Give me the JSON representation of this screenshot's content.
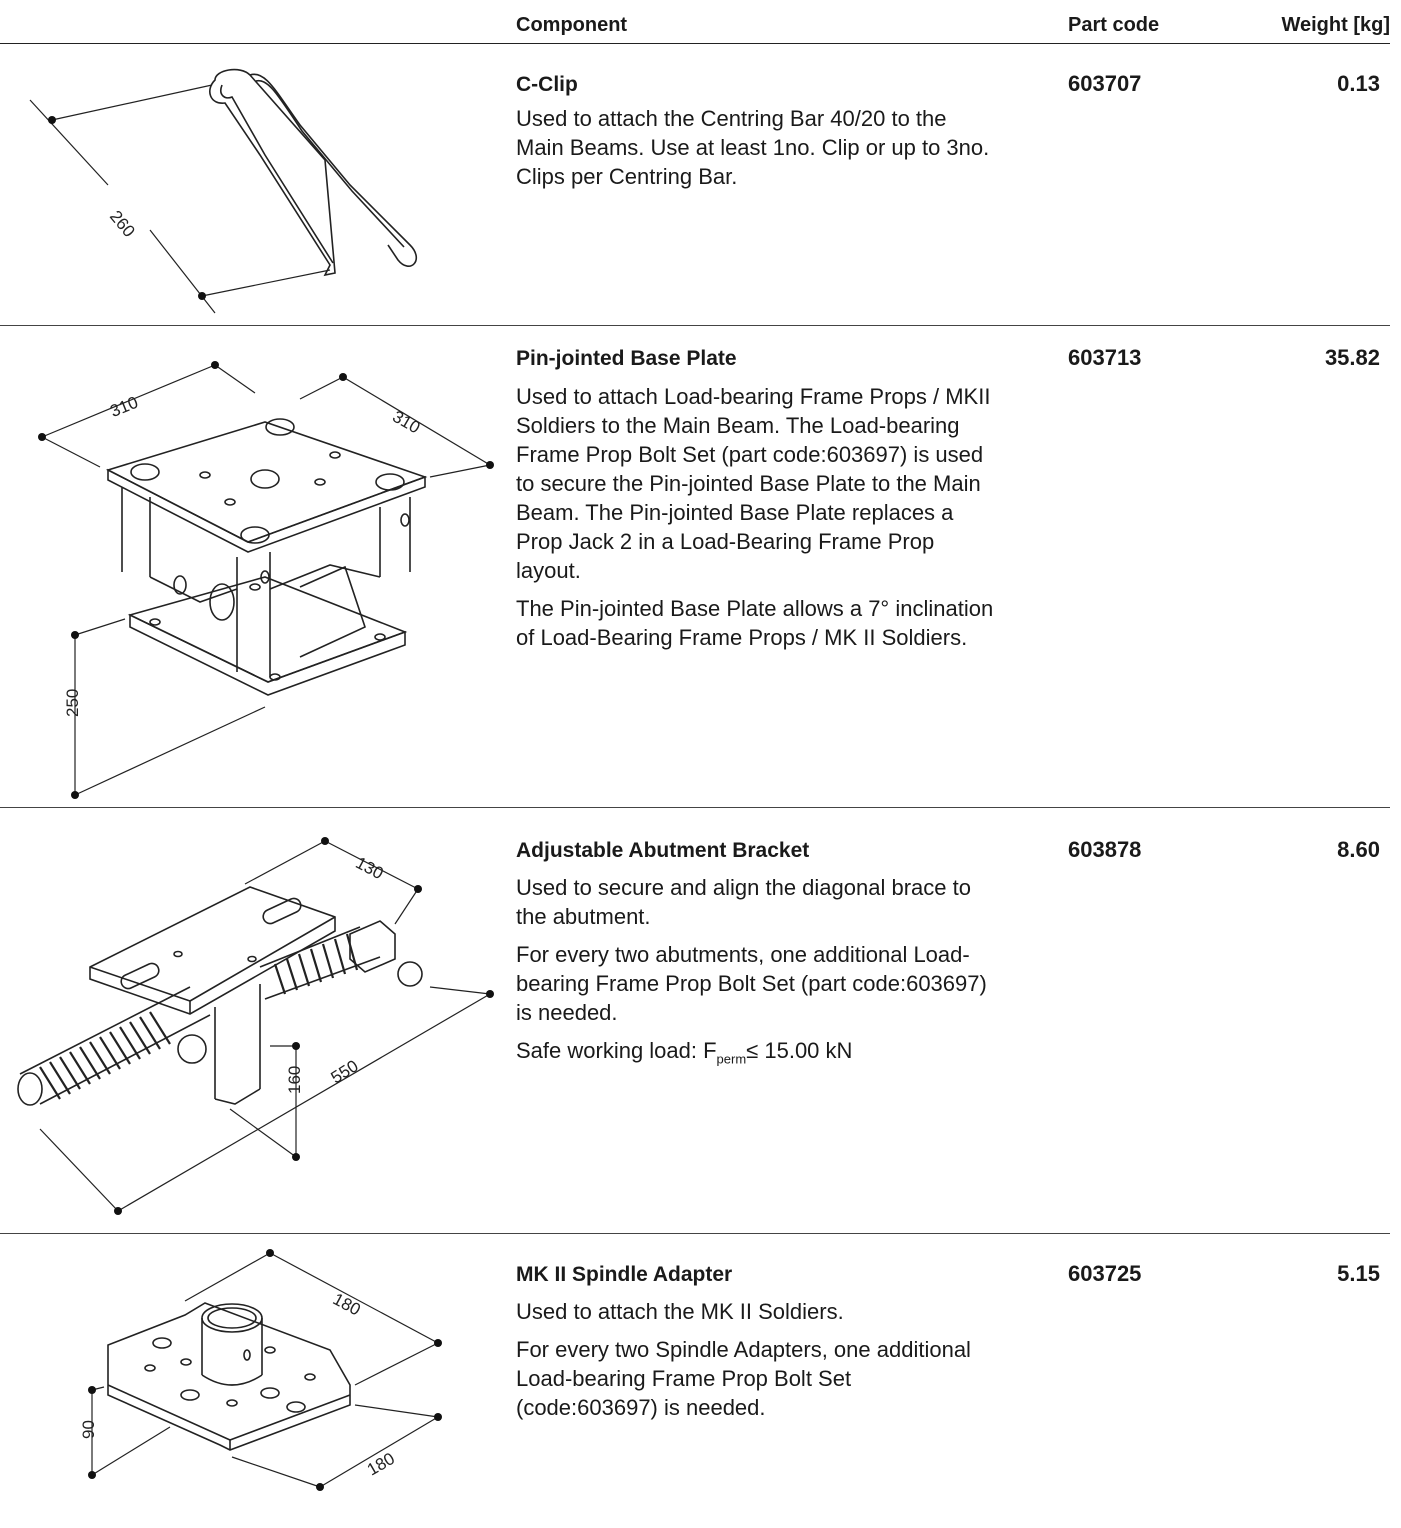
{
  "header": {
    "component": "Component",
    "part_code": "Part code",
    "weight": "Weight [kg]"
  },
  "rows": [
    {
      "title": "C-Clip",
      "part_code": "603707",
      "weight": "0.13",
      "paragraphs": [
        "Used to attach the Centring Bar 40/20 to the Main Beams. Use at least 1no. Clip or up to 3no. Clips per Centring Bar."
      ],
      "dims": [
        "260"
      ]
    },
    {
      "title": "Pin-jointed Base Plate",
      "part_code": "603713",
      "weight": "35.82",
      "paragraphs": [
        "Used to attach Load-bearing Frame Props / MKII Soldiers to the Main Beam. The Load-bearing Frame Prop Bolt Set (part code:603697) is used to secure the Pin-jointed Base Plate to the Main Beam. The Pin-jointed Base Plate replaces a Prop Jack 2 in a Load-Bearing Frame Prop layout.",
        "The Pin-jointed Base Plate allows a 7° inclination of Load-Bearing Frame Props / MK II Soldiers."
      ],
      "dims": [
        "310",
        "310",
        "250"
      ]
    },
    {
      "title": "Adjustable Abutment Bracket",
      "part_code": "603878",
      "weight": "8.60",
      "paragraphs": [
        "Used to secure and align the diagonal brace to the abutment.",
        "For every two abutments, one additional Load-bearing Frame Prop Bolt Set (part code:603697) is needed."
      ],
      "swl_prefix": "Safe working load: F",
      "swl_sub": "perm",
      "swl_suffix": "≤ 15.00 kN",
      "dims": [
        "130",
        "550",
        "160"
      ]
    },
    {
      "title": "MK II Spindle Adapter",
      "part_code": "603725",
      "weight": "5.15",
      "paragraphs": [
        "Used to attach the MK II Soldiers.",
        "For every two Spindle Adapters, one additional Load-bearing Frame Prop Bolt Set (code:603697) is needed."
      ],
      "dims": [
        "180",
        "90",
        "180"
      ]
    }
  ]
}
